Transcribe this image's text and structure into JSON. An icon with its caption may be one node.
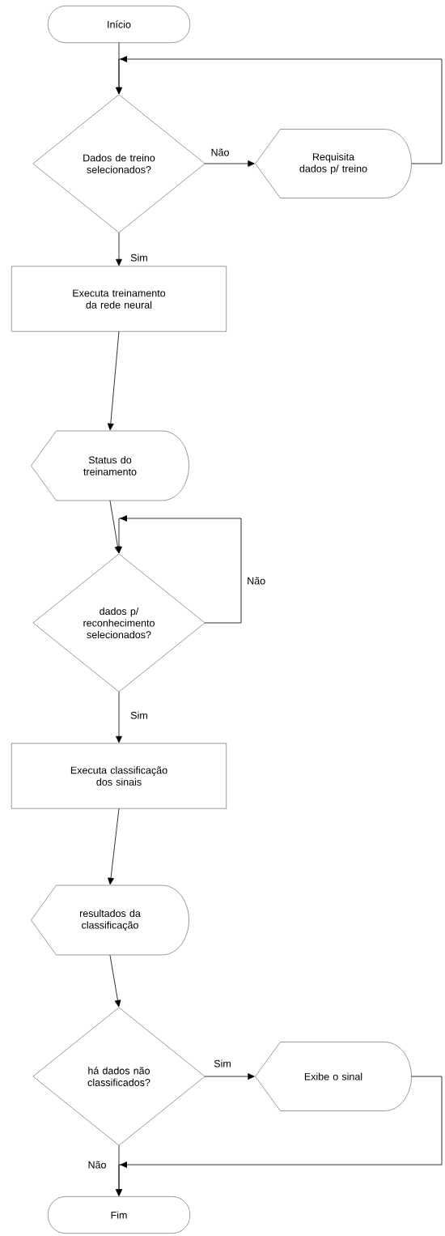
{
  "diagram": {
    "nodes": [
      {
        "text": [
          "Início"
        ]
      },
      {
        "text": [
          "Dados de treino selecionados?"
        ]
      },
      {
        "text": [
          "Requisita dados p/ treino"
        ]
      },
      {
        "text": [
          "Executa treinamento da rede neural"
        ]
      },
      {
        "text": [
          "Status do treinamento"
        ]
      },
      {
        "text": [
          "dados p/ reconhecimento selecionados?"
        ]
      },
      {
        "text": [
          "Executa classificação dos sinais"
        ]
      },
      {
        "text": [
          "resultados da classificação"
        ]
      },
      {
        "text": [
          "há dados não classificados?"
        ]
      },
      {
        "text": [
          "Exibe o sinal"
        ]
      },
      {
        "text": [
          "Fim"
        ]
      }
    ],
    "edges": [
      {
        "from": 0,
        "to": 1,
        "arrow": "to"
      },
      {
        "from": 1,
        "to": 2,
        "arrow": "to",
        "label": "Não"
      },
      {
        "from": 2,
        "to": 1,
        "arrow": "to"
      },
      {
        "from": 1,
        "to": 3,
        "arrow": "to",
        "label": "Sim"
      },
      {
        "from": 3,
        "to": 4,
        "arrow": "to"
      },
      {
        "from": 4,
        "to": 5,
        "arrow": "to"
      },
      {
        "from": 5,
        "to": 5,
        "arrow": "to",
        "label": "Não"
      },
      {
        "from": 5,
        "to": 6,
        "arrow": "to",
        "label": "Sim"
      },
      {
        "from": 6,
        "to": 7,
        "arrow": "to"
      },
      {
        "from": 7,
        "to": 8,
        "arrow": "to"
      },
      {
        "from": 8,
        "to": 9,
        "arrow": "to",
        "label": "Sim"
      },
      {
        "from": 9,
        "to": 10,
        "arrow": "to"
      },
      {
        "from": 8,
        "to": 10,
        "arrow": "to",
        "label": "Não"
      }
    ]
  }
}
